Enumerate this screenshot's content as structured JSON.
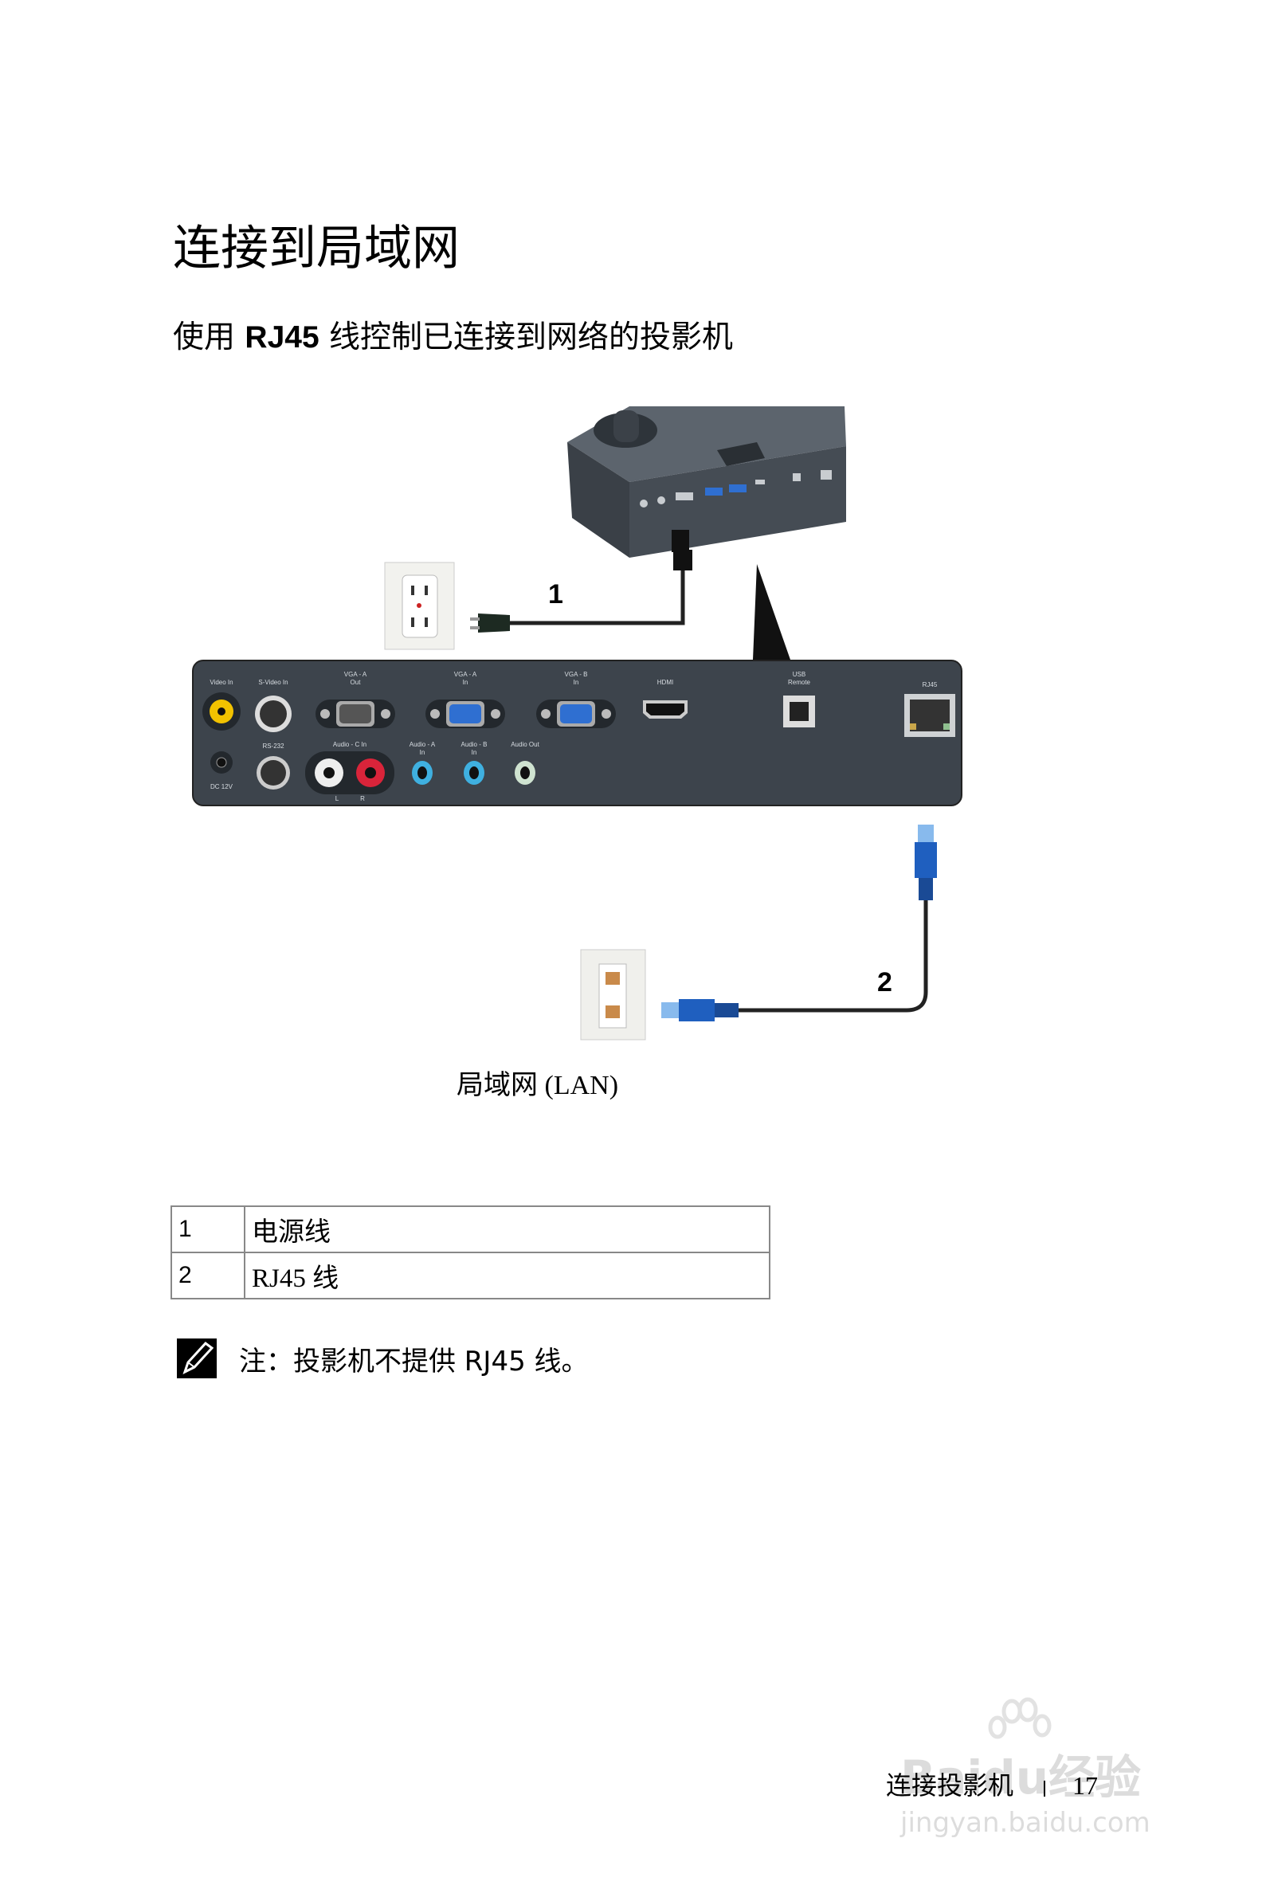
{
  "title": "连接到局域网",
  "subtitle": {
    "prefix": "使用 ",
    "bold": "RJ45",
    "suffix": " 线控制已连接到网络的投影机"
  },
  "diagram": {
    "callouts": [
      "1",
      "2"
    ],
    "lan_caption": "局域网 (LAN)",
    "panel_labels": {
      "video_in": "Video In",
      "s_video_in": "S-Video In",
      "vga_a_out": "VGA - A\nOut",
      "vga_a_in": "VGA - A\nIn",
      "vga_b_in": "VGA - B\nIn",
      "hdmi": "HDMI",
      "usb_remote": "USB\nRemote",
      "rj45": "RJ45",
      "dc_12v": "DC 12V",
      "rs232": "RS-232",
      "audio_c_in": "Audio - C In",
      "audio_a_in": "Audio - A\nIn",
      "audio_b_in": "Audio - B\nIn",
      "audio_out": "Audio Out",
      "left": "L",
      "right": "R"
    },
    "colors": {
      "panel": "#3d444c",
      "vga_in": "#2f6fd1",
      "rj45_cable": "#1f5fbf",
      "video_yellow": "#f2c200",
      "audio_red": "#d9243a",
      "audio_blue": "#3fb0e0",
      "audio_green": "#cfe3d0"
    }
  },
  "legend_table": [
    {
      "num": "1",
      "label": "电源线"
    },
    {
      "num": "2",
      "label": "RJ45 线"
    }
  ],
  "note": {
    "icon": "pencil-note-icon",
    "text": "注：投影机不提供 RJ45 线。"
  },
  "footer": {
    "section": "连接投影机",
    "page": "17"
  },
  "watermark": {
    "brand": "Baidu经验",
    "url": "jingyan.baidu.com"
  }
}
